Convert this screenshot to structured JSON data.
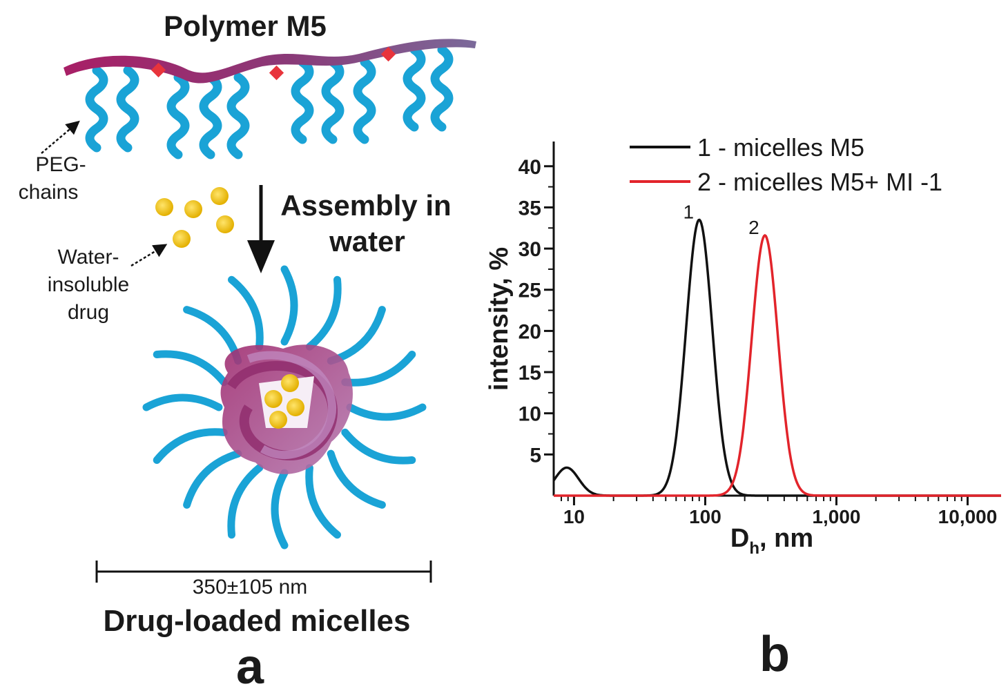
{
  "panel_a": {
    "title": "Polymer M5",
    "peg_label_line1": "PEG-",
    "peg_label_line2": "chains",
    "assembly_line1": "Assembly in",
    "assembly_line2": "water",
    "drug_line1": "Water-",
    "drug_line2": "insoluble",
    "drug_line3": "drug",
    "size_label": "350±105 nm",
    "caption": "Drug-loaded micelles",
    "panel_letter": "a",
    "colors": {
      "polymer": "#a0306e",
      "peg": "#1aa3d6",
      "drug": "#f0c20a",
      "drug_dot": "#e8343c"
    }
  },
  "panel_b": {
    "panel_letter": "b"
  },
  "chart_data": {
    "type": "line",
    "xlabel_main": "D",
    "xlabel_sub": "h",
    "xlabel_rest": ", nm",
    "ylabel": "intensity, %",
    "x_scale": "log",
    "xlim": [
      7,
      18000
    ],
    "ylim": [
      0,
      43
    ],
    "x_ticks": [
      10,
      100,
      1000,
      10000
    ],
    "x_tick_labels": [
      "10",
      "100",
      "1,000",
      "10,000"
    ],
    "y_ticks": [
      5,
      10,
      15,
      20,
      25,
      30,
      35,
      40
    ],
    "y_tick_labels": [
      "5",
      "10",
      "15",
      "20",
      "25",
      "30",
      "35",
      "40"
    ],
    "grid": false,
    "legend_position": "top",
    "series": [
      {
        "name": "1 - micelles M5",
        "curve_label": "1",
        "color": "#111111",
        "peaks": [
          {
            "center": 8.8,
            "height": 3.4,
            "log_sigma": 0.09
          },
          {
            "center": 90,
            "height": 33.5,
            "log_sigma": 0.1
          }
        ]
      },
      {
        "name": "2 - micelles M5+ MI -1",
        "curve_label": "2",
        "color": "#e2242b",
        "peaks": [
          {
            "center": 285,
            "height": 31.6,
            "log_sigma": 0.1
          }
        ]
      }
    ]
  }
}
